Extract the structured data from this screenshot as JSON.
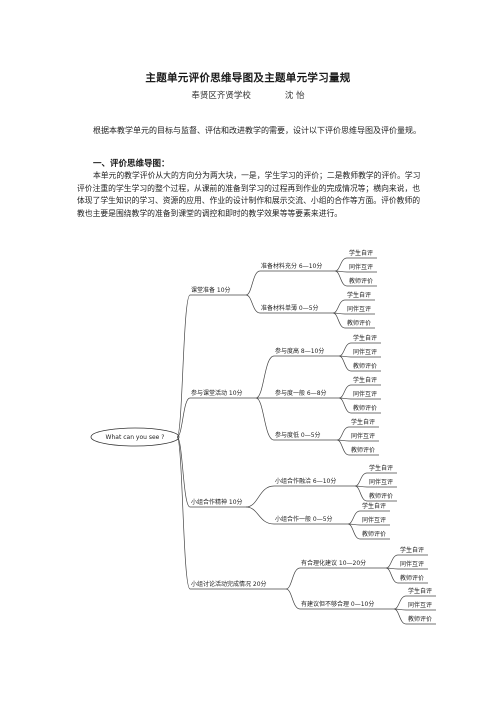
{
  "doc": {
    "title": "主题单元评价思维导图及主题单元学习量规",
    "school": "奉贤区齐贤学校",
    "author": "沈 怡",
    "intro": "根据本教学单元的目标与监督、评估和改进教学的需要，设计以下评价思维导图及评价量规。",
    "section1_heading": "一、评价思维导图：",
    "section1_body": "本单元的教学评价从大的方向分为两大块，一是，学生学习的评价；二是教师教学的评价。学习评价注重的学生学习的整个过程，从课前的准备到学习的过程再到作业的完成情况等；横向来说，也体现了学生知识的学习、资源的应用、作业的设计制作和展示交流、小组的合作等方面。评价教师的教也主要是围绕教学的准备到课堂的调控和即时的教学效果等等要素来进行。"
  },
  "mindmap": {
    "root": "What can you see ?",
    "branches": [
      {
        "label": "课堂准备 10分",
        "children": [
          {
            "label": "准备材料充分 6—10分",
            "leaves": [
              "学生自评",
              "同伴互评",
              "教师评价"
            ]
          },
          {
            "label": "准备材料单薄 0—5分",
            "leaves": [
              "学生自评",
              "同伴互评",
              "教师评价"
            ]
          }
        ]
      },
      {
        "label": "参与课堂活动 10分",
        "children": [
          {
            "label": "参与度高 8—10分",
            "leaves": [
              "学生自评",
              "同伴互评",
              "教师评价"
            ]
          },
          {
            "label": "参与度一般 6—8分",
            "leaves": [
              "学生自评",
              "同伴互评",
              "教师评价"
            ]
          },
          {
            "label": "参与度低 0—5分",
            "leaves": [
              "学生自评",
              "同伴互评",
              "教师评价"
            ]
          }
        ]
      },
      {
        "label": "小组合作精神 10分",
        "children": [
          {
            "label": "小组合作融洽 6—10分",
            "leaves": [
              "学生自评",
              "同伴互评",
              "教师评价"
            ]
          },
          {
            "label": "小组合作一般 0—5分",
            "leaves": [
              "学生自评",
              "同伴互评",
              "教师评价"
            ]
          }
        ]
      },
      {
        "label": "小组讨论活动完成情况 20分",
        "children": [
          {
            "label": "有合理化建议 10—20分",
            "leaves": [
              "学生自评",
              "同伴互评",
              "教师评价"
            ]
          },
          {
            "label": "有建议但不够合理 0—10分",
            "leaves": [
              "学生自评",
              "同伴互评",
              "教师评价"
            ]
          }
        ]
      }
    ]
  }
}
